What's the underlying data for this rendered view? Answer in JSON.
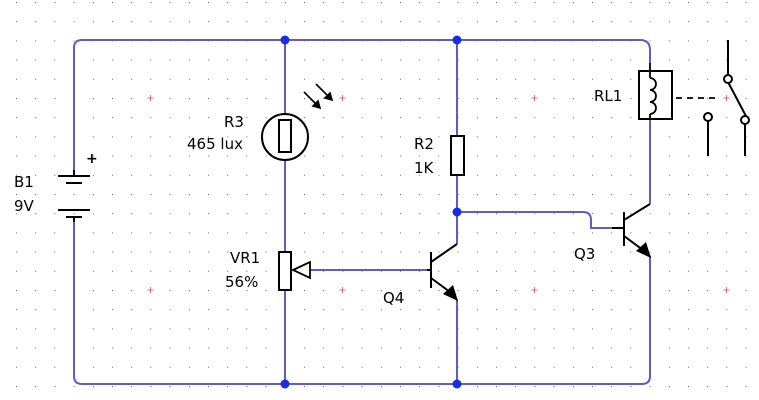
{
  "colors": {
    "wire": "#5d5dc8",
    "junction": "#1a2ee0",
    "component": "#000000",
    "grid_dot": "#6a6a6a",
    "grid_cross": "#e36a6a",
    "background": "#ffffff"
  },
  "components": {
    "battery": {
      "ref": "B1",
      "value": "9V"
    },
    "ldr": {
      "ref": "R3",
      "value": "465 lux"
    },
    "resistor": {
      "ref": "R2",
      "value": "1K"
    },
    "potentiometer": {
      "ref": "VR1",
      "value": "56%"
    },
    "transistor_q4": {
      "ref": "Q4"
    },
    "transistor_q3": {
      "ref": "Q3"
    },
    "relay": {
      "ref": "RL1"
    }
  },
  "symbols": {
    "battery_plus": "+"
  }
}
